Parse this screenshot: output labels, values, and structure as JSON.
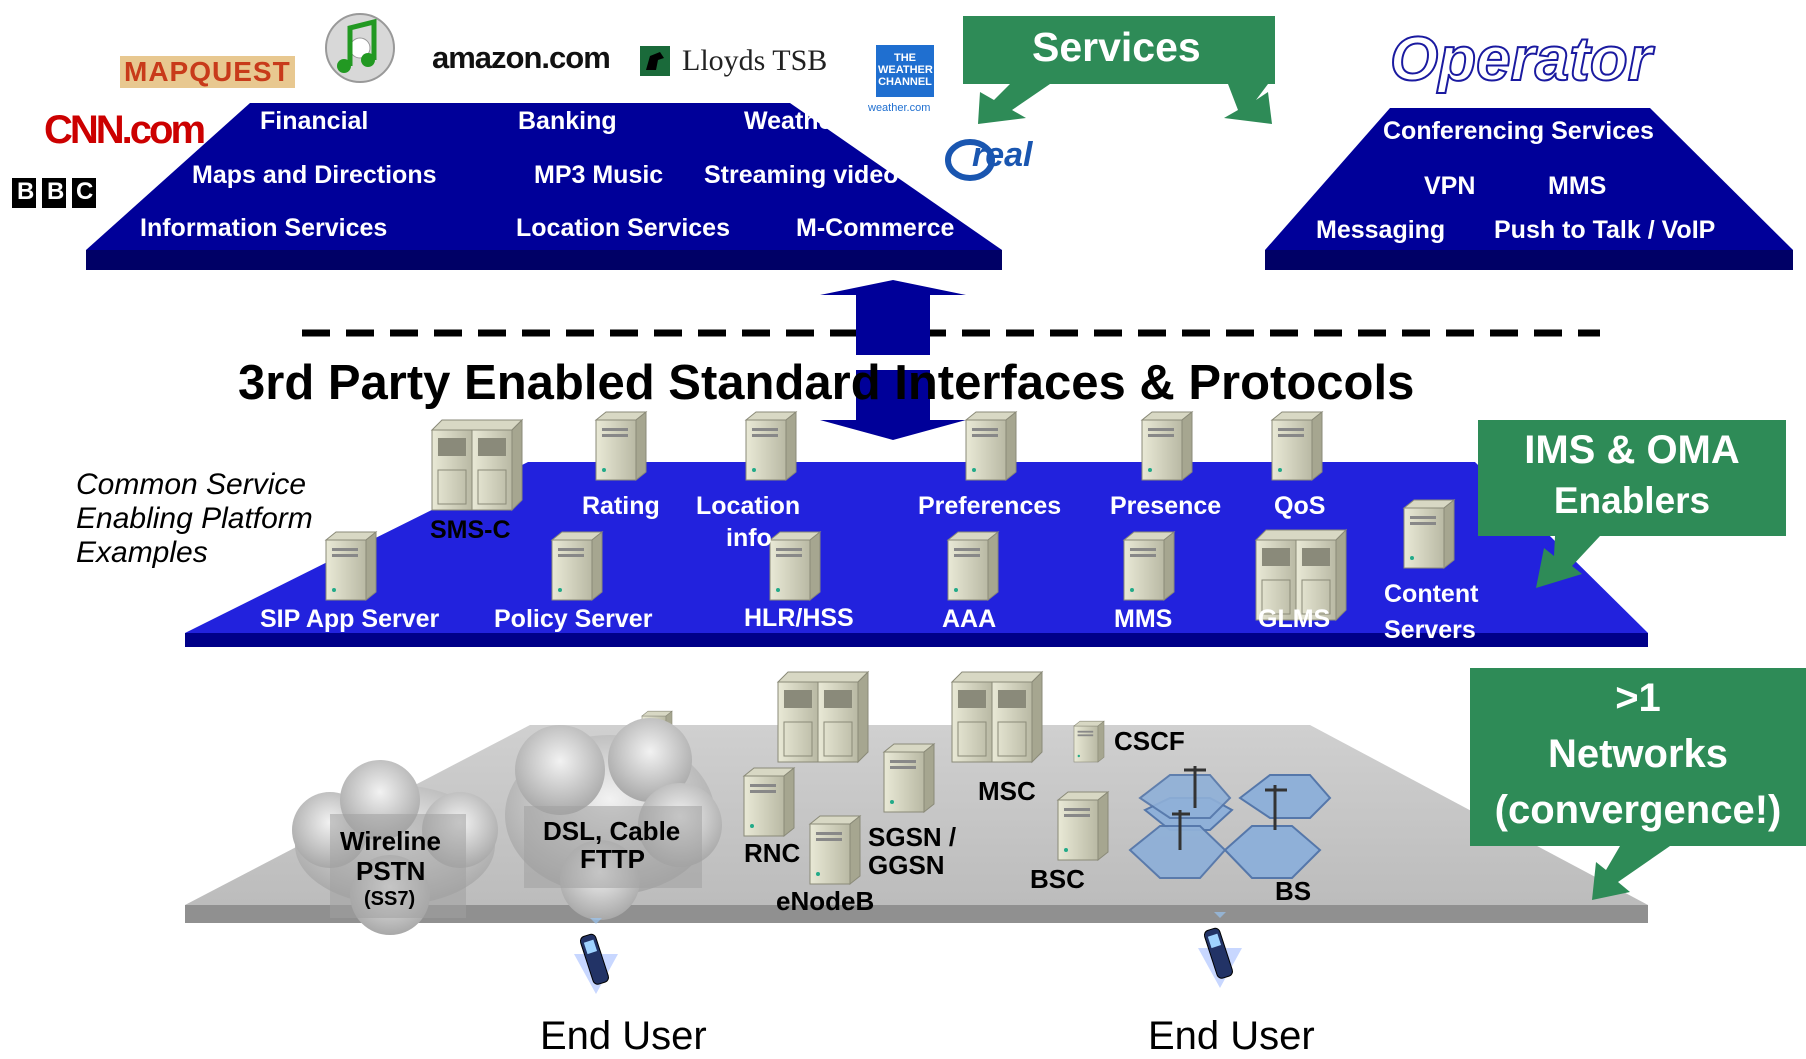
{
  "logos": {
    "mapquest": "MAPQUEST",
    "amazon": "amazon.com",
    "lloyds": "Lloyds TSB",
    "weather_channel": "THE WEATHER CHANNEL",
    "weather_channel_url": "weather.com",
    "cnn": "CNN.com",
    "bbc": [
      "B",
      "B",
      "C"
    ],
    "real": "real",
    "itunes_icon": "music-note-cd-icon"
  },
  "services_label": "Services",
  "operator_label": "Operator",
  "left_services": {
    "row1": [
      "Financial",
      "Banking",
      "Weather"
    ],
    "row2": [
      "Maps and Directions",
      "MP3 Music",
      "Streaming video"
    ],
    "row3": [
      "Information Services",
      "Location Services",
      "M-Commerce"
    ]
  },
  "operator_services": {
    "row1": "Conferencing Services",
    "row2": [
      "VPN",
      "MMS"
    ],
    "row3": [
      "Messaging",
      "Push to Talk / VoIP"
    ]
  },
  "interfaces_title": "3rd Party Enabled Standard Interfaces & Protocols",
  "platform_caption": [
    "Common Service",
    "Enabling Platform",
    "Examples"
  ],
  "enablers_box": [
    "IMS & OMA",
    "Enablers"
  ],
  "platform_servers": {
    "sms_c": "SMS-C",
    "rating": "Rating",
    "location": [
      "Location",
      "info"
    ],
    "preferences": "Preferences",
    "presence": "Presence",
    "qos": "QoS",
    "sip": "SIP App Server",
    "policy": "Policy Server",
    "hlr": "HLR/HSS",
    "aaa": "AAA",
    "mms": "MMS",
    "glms": "GLMS",
    "content": [
      "Content",
      "Servers"
    ]
  },
  "networks_box": [
    ">1",
    "Networks",
    "(convergence!)"
  ],
  "network_elements": {
    "wireline": [
      "Wireline",
      "PSTN",
      "(SS7)"
    ],
    "dsl": [
      "DSL, Cable",
      "FTTP"
    ],
    "rnc": "RNC",
    "enodeb": "eNodeB",
    "sgsn": [
      "SGSN /",
      "GGSN"
    ],
    "msc": "MSC",
    "cscf": "CSCF",
    "bsc": "BSC",
    "bs": "BS"
  },
  "end_users": [
    "End User",
    "End User"
  ],
  "colors": {
    "navy": "#000099",
    "green": "#2e8b57",
    "gray_platform": "#c0c0c0"
  }
}
